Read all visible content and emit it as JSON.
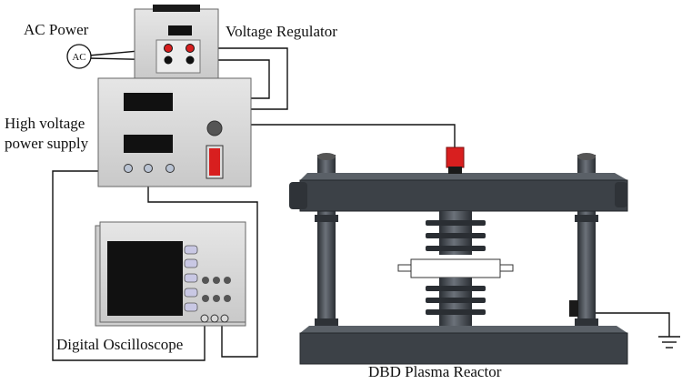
{
  "labels": {
    "ac_power": "AC Power",
    "ac_symbol": "AC",
    "voltage_regulator": "Voltage Regulator",
    "hv_supply_line1": "High voltage",
    "hv_supply_line2": "power supply",
    "oscilloscope": "Digital Oscilloscope",
    "reactor": "DBD Plasma Reactor"
  },
  "colors": {
    "red_terminal": "#d81f1f",
    "case_gray": "#d8d8d8",
    "frame_dark": "#3a3f44",
    "screen_black": "#111111"
  }
}
